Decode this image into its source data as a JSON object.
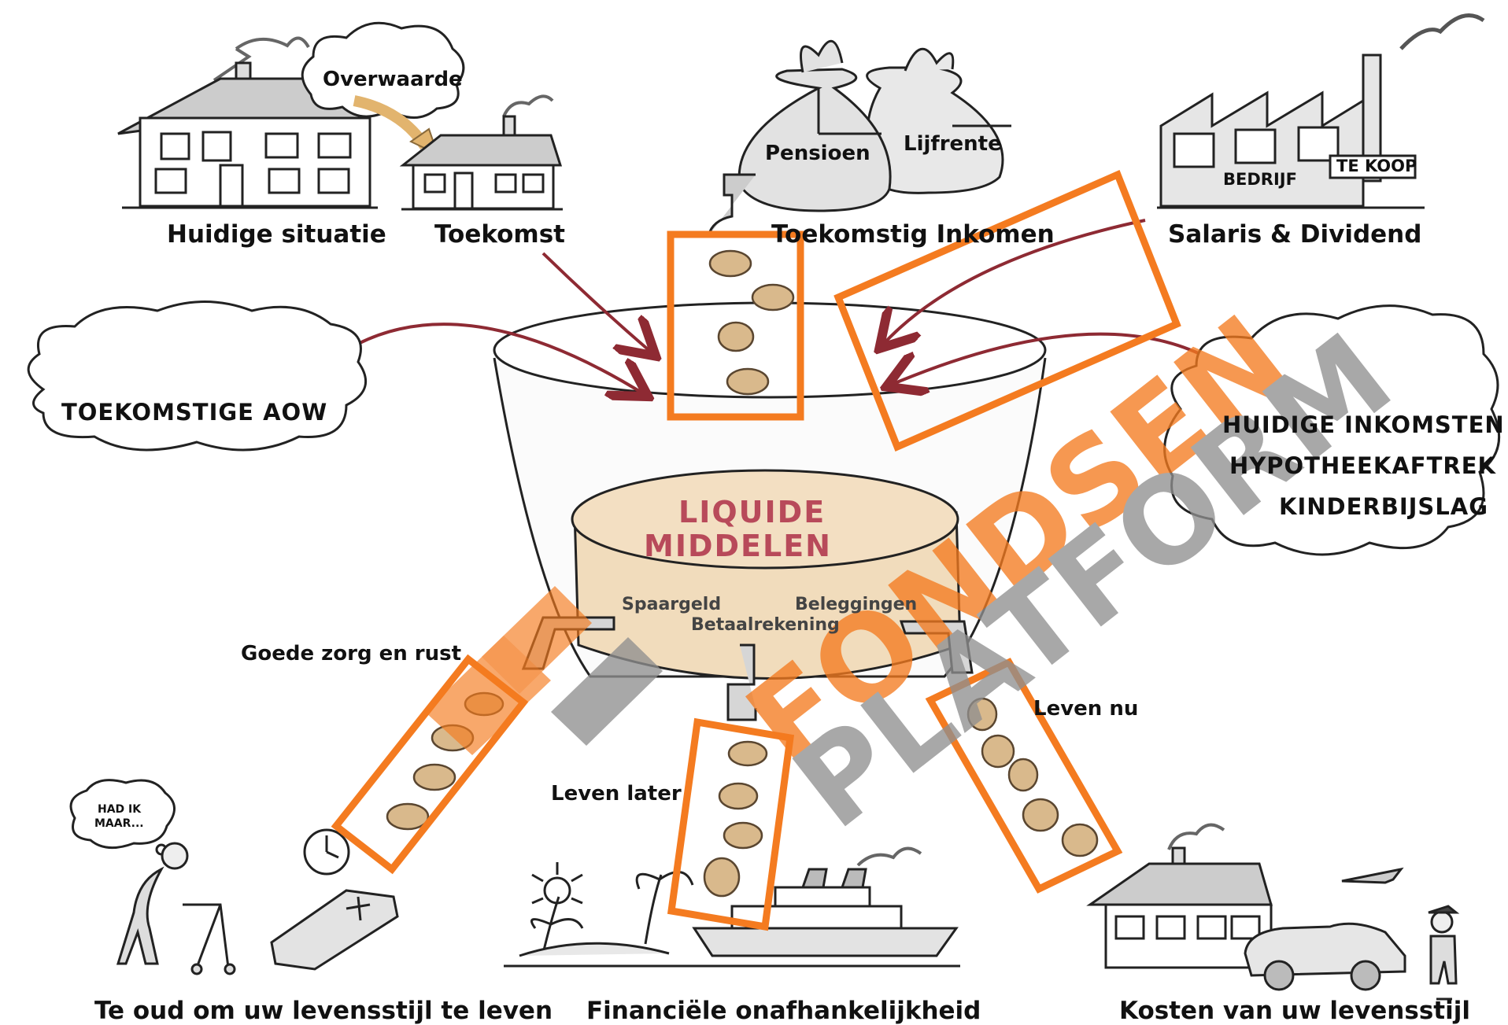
{
  "top": {
    "current_situation": "Huidige situatie",
    "surplus_value": "Overwaarde",
    "future": "Toekomst",
    "pension": "Pensioen",
    "annuity": "Lijfrente",
    "future_income": "Toekomstig Inkomen",
    "company": "BEDRIJF",
    "for_sale": "TE KOOP",
    "salary_dividend": "Salaris & Dividend"
  },
  "clouds": {
    "left": "TOEKOMSTIGE AOW",
    "right": [
      "HUIDIGE INKOMSTEN",
      "HYPOTHEEKAFTREK",
      "KINDERBIJSLAG"
    ]
  },
  "pot": {
    "title_line1": "LIQUIDE",
    "title_line2": "MIDDELEN",
    "savings": "Spaargeld",
    "investments": "Beleggingen",
    "current_account": "Betaalrekening"
  },
  "flows": {
    "care": "Goede zorg en rust",
    "live_later": "Leven later",
    "live_now": "Leven nu"
  },
  "bottom": {
    "thought": [
      "HAD IK",
      "MAAR..."
    ],
    "too_old": "Te oud om uw levensstijl te leven",
    "independence": "Financiële onafhankelijkheid",
    "lifestyle_cost": "Kosten van uw levensstijl"
  },
  "watermark": {
    "line1": "FONDSEN",
    "line2": "PLATFORM"
  },
  "colors": {
    "arrow": "#8e2a33",
    "highlight": "#f47b20",
    "coin": "#d9b98c",
    "liquid": "#f1dcbc",
    "watermark_gray": "#8f8f8f"
  }
}
